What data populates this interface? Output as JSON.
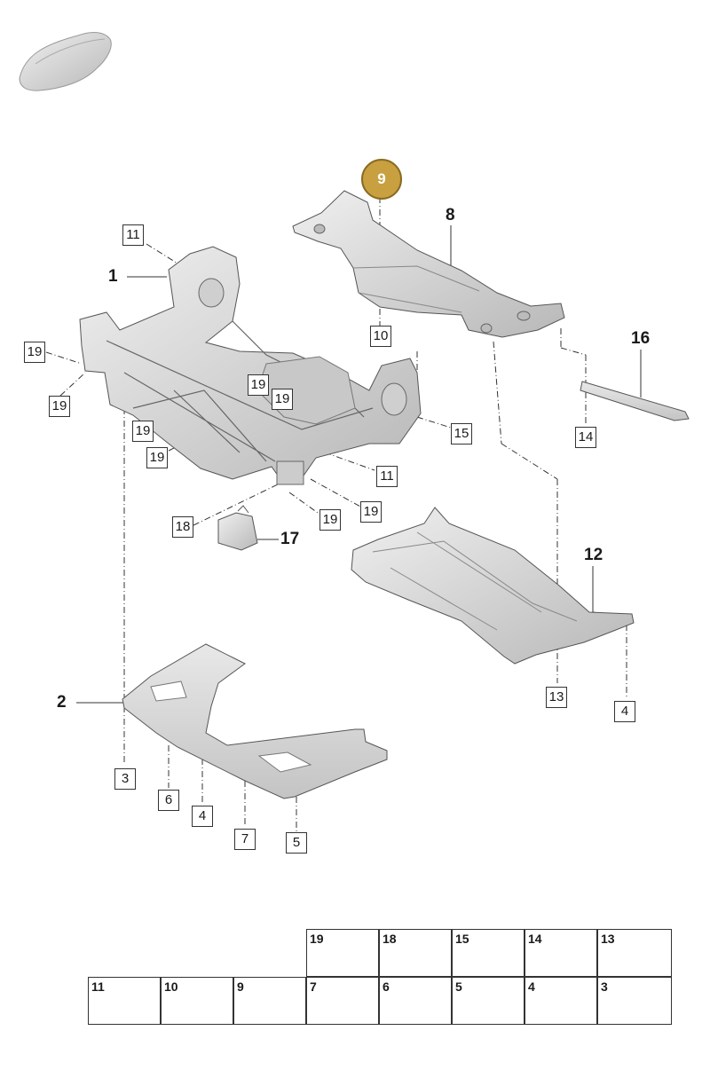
{
  "callouts": {
    "c11a": "11",
    "c1": "1",
    "c19a": "19",
    "c19b": "19",
    "c19c": "19",
    "c19d": "19",
    "c19e": "19",
    "c19f": "19",
    "c19g": "19",
    "c19h": "19",
    "c9": "9",
    "c8": "8",
    "c10": "10",
    "c16": "16",
    "c14": "14",
    "c15": "15",
    "c11b": "11",
    "c18": "18",
    "c17": "17",
    "c12": "12",
    "c13": "13",
    "c4a": "4",
    "c2": "2",
    "c3": "3",
    "c6": "6",
    "c4b": "4",
    "c7": "7",
    "c5": "5"
  },
  "legend": {
    "row1": [
      "19",
      "18",
      "15",
      "14",
      "13"
    ],
    "row2": [
      "11",
      "10",
      "9",
      "7",
      "6",
      "5",
      "4",
      "3"
    ]
  },
  "colors": {
    "highlight": "#c8a040",
    "part_fill": "#d8d8d8",
    "part_stroke": "#555"
  }
}
